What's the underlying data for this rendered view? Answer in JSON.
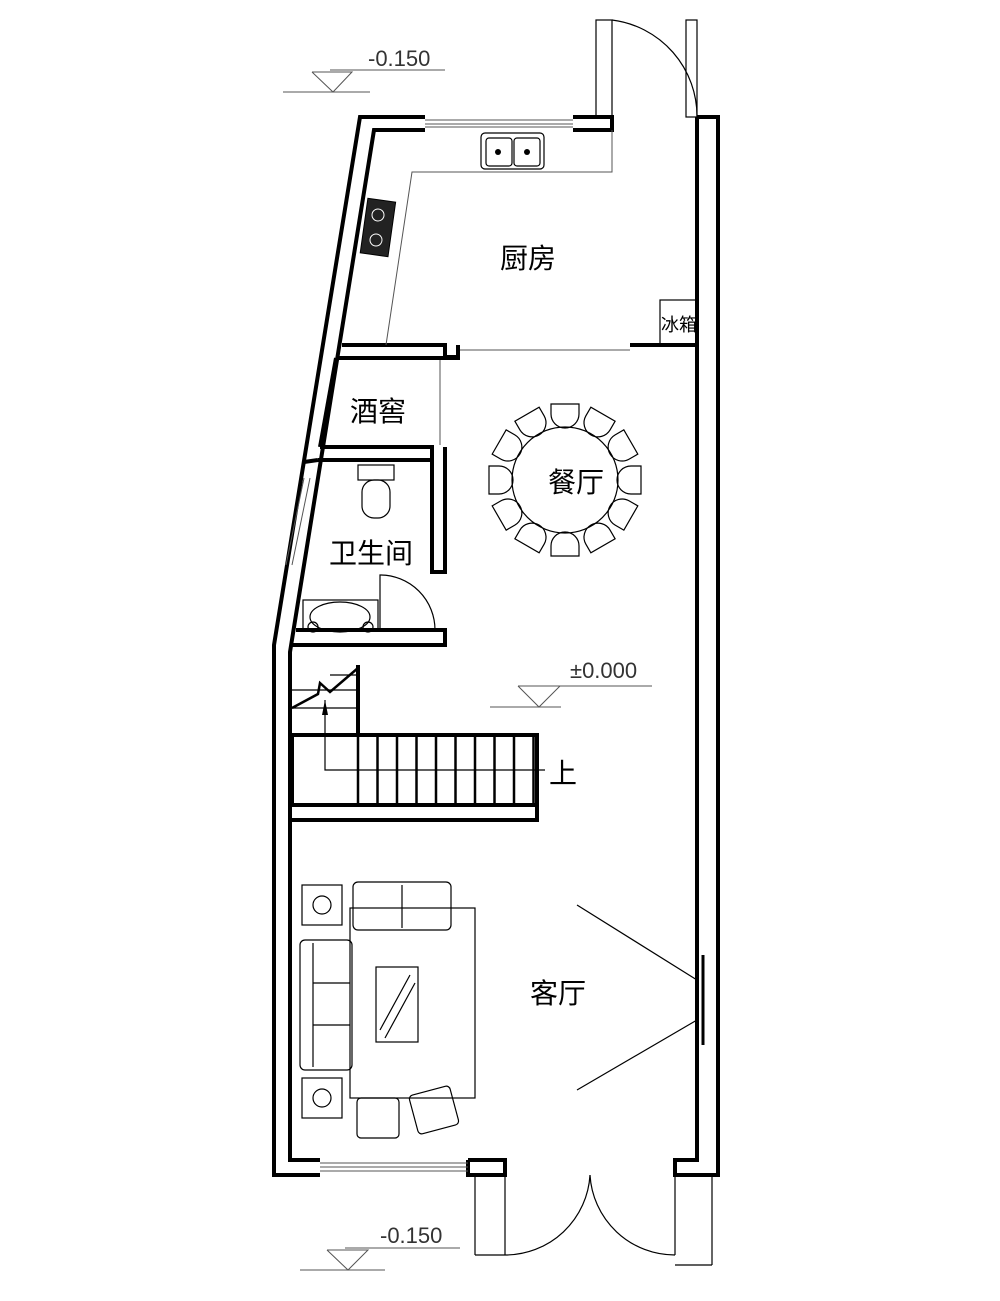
{
  "rooms": {
    "kitchen": "厨房",
    "fridge": "冰箱",
    "wine_cellar": "酒窖",
    "dining": "餐厅",
    "bathroom": "卫生间",
    "living": "客厅",
    "stair_up": "上"
  },
  "levels": {
    "top": "-0.150",
    "floor": "±0.000",
    "bottom": "-0.150"
  }
}
